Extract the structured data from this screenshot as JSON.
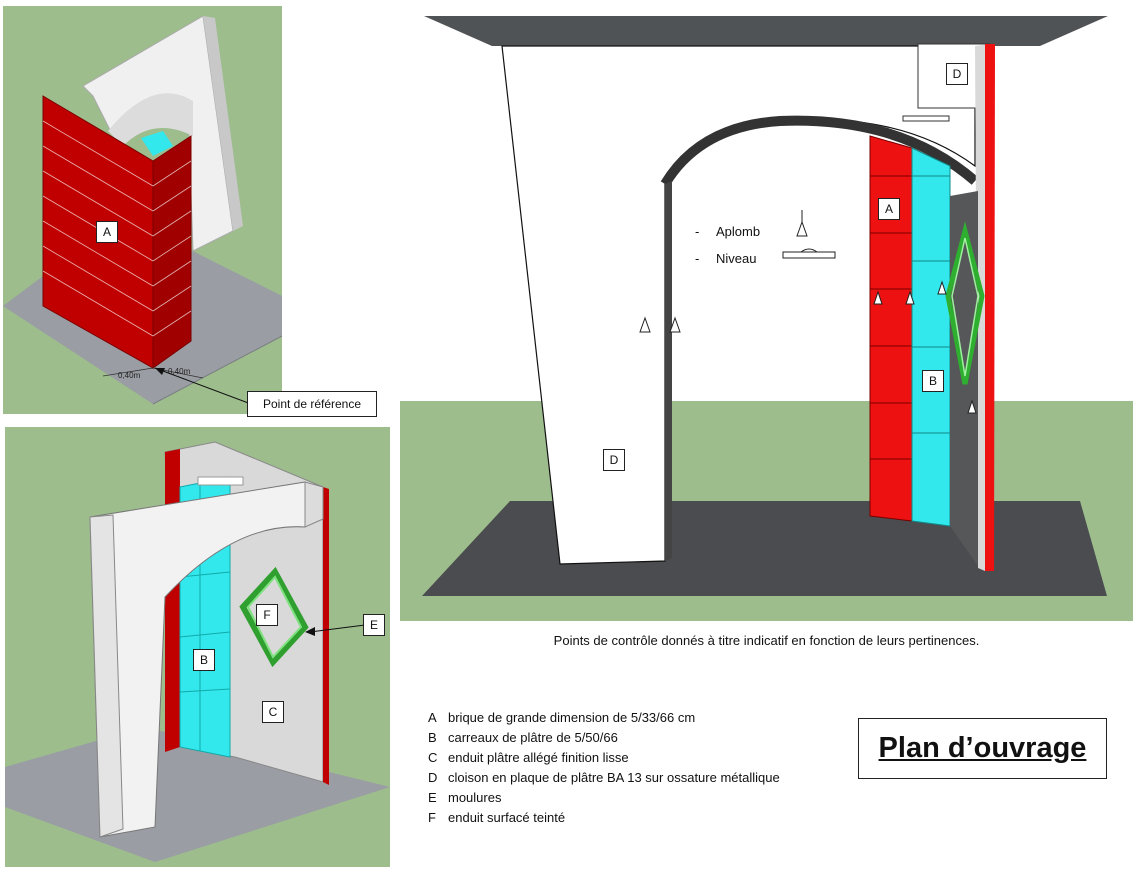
{
  "top_left": {
    "label_a": "A",
    "dim_left": "0,40m",
    "dim_right": "0,40m",
    "callout": "Point de référence"
  },
  "bottom_left": {
    "label_b": "B",
    "label_c": "C",
    "label_f": "F",
    "label_e": "E"
  },
  "main_view": {
    "label_a": "A",
    "label_b": "B",
    "label_d_top": "D",
    "label_d_wall": "D",
    "legend_aplomb": "Aplomb",
    "legend_niveau": "Niveau",
    "legend_dash": "-"
  },
  "caption": "Points de contrôle donnés à titre indicatif en fonction de leurs pertinences.",
  "legend": [
    {
      "key": "A",
      "text": "brique de grande dimension de 5/33/66 cm"
    },
    {
      "key": "B",
      "text": "carreaux de plâtre de 5/50/66"
    },
    {
      "key": "C",
      "text": "enduit plâtre allégé finition lisse"
    },
    {
      "key": "D",
      "text": "cloison en plaque de plâtre BA 13 sur ossature métallique"
    },
    {
      "key": "E",
      "text": "moulures"
    },
    {
      "key": "F",
      "text": "enduit surfacé teinté"
    }
  ],
  "title": "Plan d’ouvrage",
  "colors": {
    "background_green": "#9dbd8d",
    "floor_grey": "#9a9da3",
    "floor_dark": "#4a4c4f",
    "brick_red": "#c00000",
    "bright_red": "#ee1111",
    "tile_cyan": "#33e8ec",
    "plaster_white": "#f2f2f2",
    "wall_grey": "#d9d9d9",
    "moulding_green": "#3fbf3f"
  }
}
